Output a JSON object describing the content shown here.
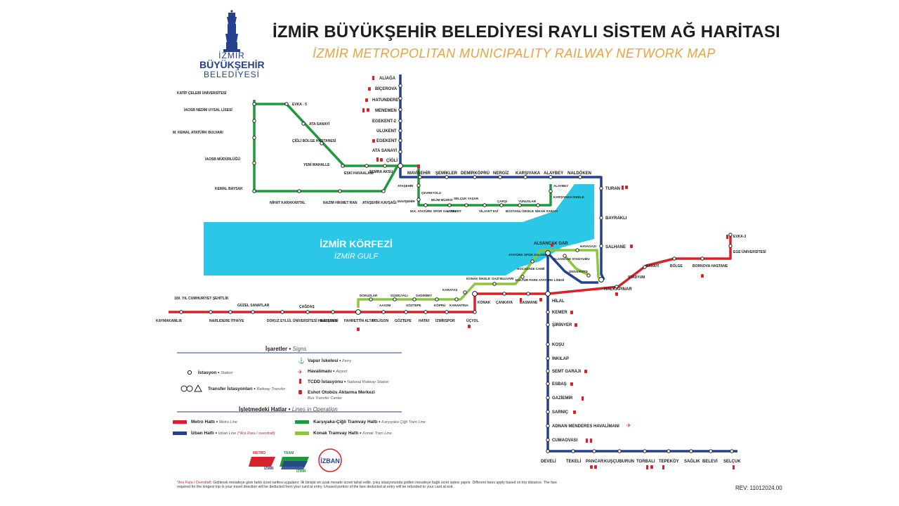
{
  "header": {
    "title_tr": "İZMİR BÜYÜKŞEHİR BELEDİYESİ RAYLI SİSTEM AĞ HARİTASI",
    "title_en": "İZMİR METROPOLITAN MUNICIPALITY RAILWAY NETWORK MAP",
    "logo_line1": "İZMİR",
    "logo_line2": "BÜYÜKŞEHİR",
    "logo_line3": "BELEDİYESİ"
  },
  "water": {
    "name_tr": "İZMİR KÖRFEZİ",
    "name_en": "İZMİR GULF",
    "color": "#2cc6e6"
  },
  "colors": {
    "metro": "#d6232a",
    "izban": "#25408f",
    "karsiyaka_tram": "#1f9a3a",
    "konak_tram": "#8cc63f",
    "title_accent": "#e8a33c"
  },
  "stations": {
    "aliaga": "ALİAĞA",
    "bicerova": "BİÇEROVA",
    "hatundere": "HATUNDERE",
    "menemen": "MENEMEN",
    "egekent2": "EGEKENT-2",
    "ulukent": "ULUKENT",
    "egekent": "EGEKENT",
    "ata_sanayi_izban": "ATA SANAYİ",
    "cigli": "ÇİĞLİ",
    "mavisehir": "MAVİŞEHİR",
    "semikler": "ŞEMİKLER",
    "demirkopru": "DEMİRKÖPRÜ",
    "neroiz": "NERGİZ",
    "karsiyaka": "KARŞIYAKA",
    "alaybey": "ALAYBEY",
    "naldoken": "NALDÖKEN",
    "turan": "TURAN",
    "bayrakli": "BAYRAKLI",
    "salhane": "SALHANE",
    "halkapinar": "HALKAPINAR",
    "alsancak_gar": "ALSANCAK GAR",
    "hilal": "HİLAL",
    "kemer": "KEMER",
    "sirinyer": "ŞİRİNYER",
    "kosu": "KOŞU",
    "inkilap": "İNKILAP",
    "semt_garaji": "SEMT GARAJI",
    "esbas": "ESBAŞ",
    "gaziemir": "GAZİEMİR",
    "sarnic": "SARNIÇ",
    "adnan_menderes": "ADNAN MENDERES HAVALİMANI",
    "cumaovasi": "CUMAOVASI",
    "develi": "DEVELİ",
    "tekeli": "TEKELİ",
    "pancar": "PANCAR",
    "kuscuburun": "KUŞÇUBURUN",
    "torbali": "TORBALI",
    "tepekoy": "TEPEKÖY",
    "saglik": "SAĞLIK",
    "belevi": "BELEVİ",
    "selcuk": "SELÇUK",
    "katip_celebi": "KATİP ÇELEBİ ÜNİVERSİTESİ",
    "iaosb_nedim": "İAOSB NEDİM UYSAL LİSESİ",
    "m_kemal": "M. KEMAL ATATÜRK BULVARI",
    "iaosb_mud": "İAOSB MÜDÜRLÜĞÜ",
    "kemal_baysak": "KEMAL BAYSAK",
    "evka5": "EVKA - 5",
    "ata_sanayi_tram": "ATA SANAYİ",
    "cigli_bolge": "ÇİĞLİ BÖLGE HASTANESİ",
    "yeni_mahalle": "YENİ MAHALLE",
    "eski_havaalani": "ESKİ HAVAALANI",
    "semra_aksu": "SEMRA AKSU",
    "ataseir_tram": "ATAŞEHİR",
    "nihat_karakartal": "NİHAT KARAKARTAL",
    "nazim_hikmet": "NAZIM HİKMET RAN",
    "ataseir_kavsagi": "ATAŞEHİR KAVŞAĞI",
    "cevreyolu": "ÇEVREYOLU",
    "mavisehir_tram": "MAVİŞEHİR",
    "mk_ataturk_spor": "M.K. ATATÜRK SPOR SALONU",
    "bilim_muzesi": "BİLİM MÜZESİ",
    "atakent": "ATAKENT",
    "selcuk_yasar": "SELÇUK YAŞAR",
    "vilayet_evi": "VİLAYET EVİ",
    "carsi": "ÇARŞI",
    "bostanli": "BOSTANLI İSKELE",
    "yunuslar": "YUNUSLAR",
    "nikah_sarayi": "NİKAH SARAYI",
    "karsiyaka_iskele": "KARŞIYAKA İSKELE",
    "alaybey_tram": "ALAYBEY",
    "kaymakamlik": "KAYMAKAMLIK",
    "yil100": "100. YIL CUMHURİYET ŞEHİTLİK",
    "narlidere": "NARLIDERE İTFAİYE",
    "guzel_sanatlar": "GÜZEL SANATLAR",
    "dokuz_eylul": "DOKUZ EYLÜL ÜNİVERSİTESİ HASTANESİ",
    "cagdas": "ÇAĞDAŞ",
    "balcova": "BALÇOVA",
    "fahrettin_altay": "FAHRETTİN ALTAY",
    "poligon": "POLİGON",
    "goztepe": "GÖZTEPE",
    "hatay": "HATAY",
    "izmirspor": "İZMİRSPOR",
    "ucyol": "ÜÇYOL",
    "konak": "KONAK",
    "cankaya": "ÇANKAYA",
    "basmane": "BASMANE",
    "stadyum": "STADYUM",
    "sanayi": "SANAYİ",
    "bolge": "BÖLGE",
    "bornova_hastane": "BORNOVA HASTANE",
    "ege_uni": "EGE ÜNİVERSİTESİ",
    "evka3": "EVKA-3",
    "dokuzlar": "DOKUZLAR",
    "guzelyali": "GÜZELYALI",
    "sadikbey": "SADIKBEY",
    "aassm": "AASSM",
    "goztepe_tram": "GÖZTEPE",
    "kopru": "KÖPRÜ",
    "karantina": "KARANTİNA",
    "karatas": "KARATAŞ",
    "konak_iskele": "KONAK İSKELE",
    "gazi_bulvari": "GAZİ BULVARI",
    "kultur_park": "KÜLTÜR PARK ATATÜRK LİSESİ",
    "hocazade": "HOCAZADE CAMİİ",
    "ataturk_spor": "ATATÜRK SPOR SALONU",
    "alsancak_stadyumu": "ALSANCAK STADYUMU",
    "havagazi": "HAVAGAZI",
    "universite": "ÜNİVERSİTE"
  },
  "legend": {
    "signs_title": "İşaretler",
    "signs_title_en": "Signs",
    "station": "İstasyon",
    "station_en": "Station",
    "transfer": "Transfer İstasyonları",
    "transfer_en": "Railway Transfer",
    "ferry": "Vapur İskelesi",
    "ferry_en": "Ferry",
    "airport": "Havalimanı",
    "airport_en": "Airport",
    "tcdd": "TCDD İstasyonu",
    "tcdd_en": "National Railway Station",
    "eshot": "Eshot Otobüs Aktarma Merkezi",
    "eshot_en": "Bus Transfer Center",
    "lines_title": "İşletmedeki Hatlar",
    "lines_title_en": "Lines in Operation",
    "metro": "Metro Hattı",
    "metro_en": "Metro Line",
    "izban": "İzban Hattı",
    "izban_en": "İzban Line",
    "izban_note": "(*Ara Para / overdraft)",
    "karsiyaka_tram": "Karşıyaka-Çiğli Tramvay Hattı",
    "karsiyaka_tram_en": "Karşıyaka Çiğli Tram Line",
    "konak_tram": "Konak Tramvay Hattı",
    "konak_tram_en": "Konak Tram Line"
  },
  "brands": {
    "metro": "METRO",
    "izmir": "İZMİR",
    "tram": "TRAM",
    "izban": "İZBAN"
  },
  "footnote": {
    "marker": "*Ara Para / Overdraft:",
    "text_tr": "Gidilecek mesafeye göre farklı ücret tarifesi uygulanır. İlk binişte en uzak mesafe ücreti tahsil edilir, çıkış istasyonunda gidilen mesafeye bağlı ücret iadesi yapılır.",
    "text_en": "Different fares apply based on trip distance. The fare required for the longest trip in your travel direction will be deducted from your card at entry. Unused portion of the fare deducted at entry will be refunded to your card at exit."
  },
  "revision": "REV: 11012024.00"
}
